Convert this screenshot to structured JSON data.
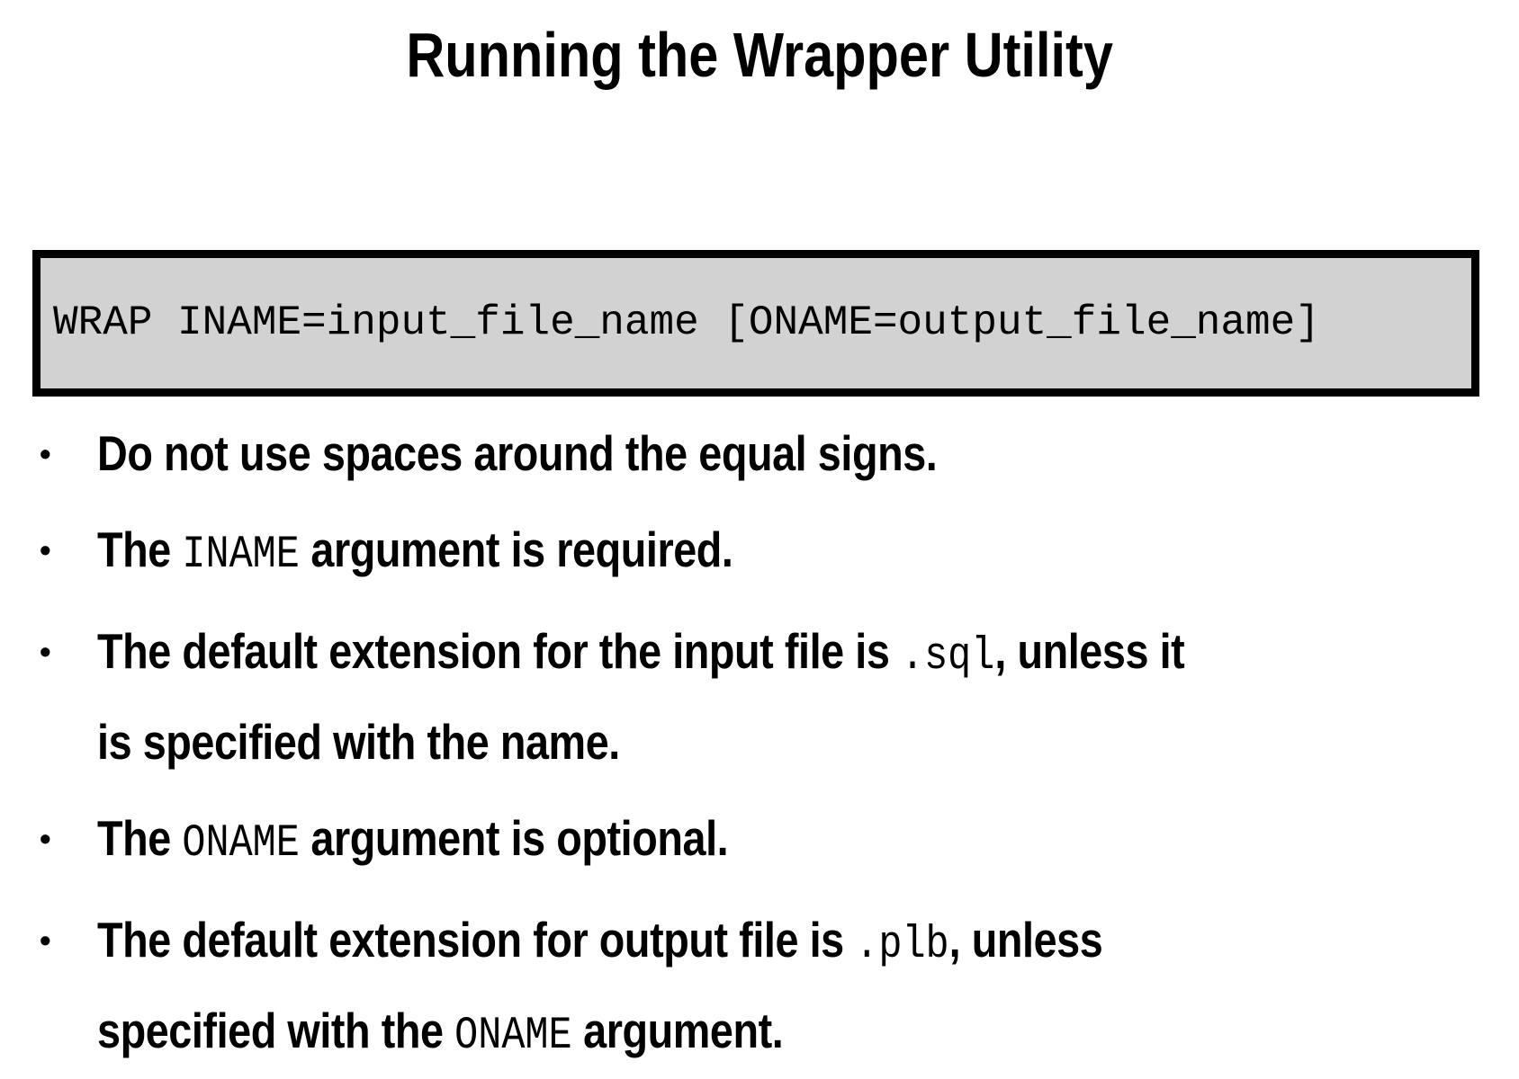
{
  "slide": {
    "title": "Running the Wrapper Utility",
    "bullet_char": "•",
    "colors": {
      "background": "#ffffff",
      "text": "#000000",
      "code_box_fill": "#d2d2d2",
      "code_box_border": "#000000"
    },
    "code_box": {
      "code": "WRAP INAME=input_file_name [ONAME=output_file_name]"
    },
    "bullets": [
      {
        "segments": [
          {
            "t": "Do not use spaces around the equal signs.",
            "mono": false
          }
        ]
      },
      {
        "segments": [
          {
            "t": "The ",
            "mono": false
          },
          {
            "t": "INAME",
            "mono": true
          },
          {
            "t": " argument is required.",
            "mono": false
          }
        ]
      },
      {
        "segments": [
          {
            "t": "The default extension for the input file is ",
            "mono": false
          },
          {
            "t": ".sql",
            "mono": true
          },
          {
            "t": ", unless it",
            "mono": false
          },
          {
            "br": true
          },
          {
            "t": "is specified with the name.",
            "mono": false
          }
        ]
      },
      {
        "segments": [
          {
            "t": "The ",
            "mono": false
          },
          {
            "t": "ONAME",
            "mono": true
          },
          {
            "t": " argument is optional.",
            "mono": false
          }
        ]
      },
      {
        "segments": [
          {
            "t": "The default extension for output file is ",
            "mono": false
          },
          {
            "t": ".plb",
            "mono": true
          },
          {
            "t": ", unless",
            "mono": false
          },
          {
            "br": true
          },
          {
            "t": "specified with the ",
            "mono": false
          },
          {
            "t": "ONAME",
            "mono": true
          },
          {
            "t": " argument.",
            "mono": false
          }
        ]
      }
    ]
  }
}
